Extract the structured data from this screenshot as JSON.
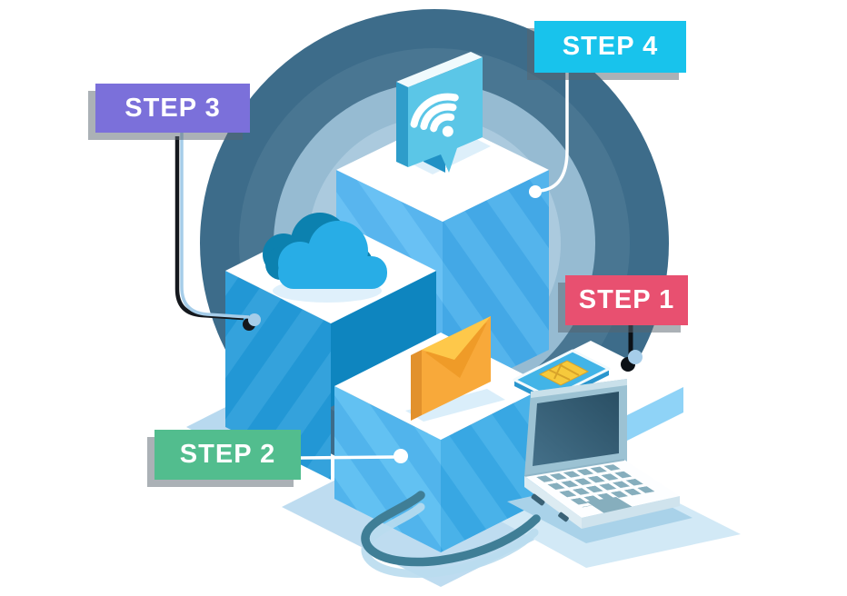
{
  "illustration": {
    "type": "isometric-steps-infographic",
    "steps": [
      {
        "label": "STEP 1",
        "banner_color": "#e85070",
        "connects_to": "sim-card-platform"
      },
      {
        "label": "STEP 2",
        "banner_color": "#52bd8e",
        "connects_to": "email-envelope-cube"
      },
      {
        "label": "STEP 3",
        "banner_color": "#7b70da",
        "connects_to": "cloud-cube"
      },
      {
        "label": "STEP 4",
        "banner_color": "#18c3ec",
        "connects_to": "wifi-display-cube"
      }
    ],
    "icons": [
      {
        "name": "cloud-icon"
      },
      {
        "name": "email-envelope-icon"
      },
      {
        "name": "wifi-display-icon"
      },
      {
        "name": "sim-card-icon"
      },
      {
        "name": "laptop-icon"
      },
      {
        "name": "cable"
      }
    ],
    "palette": {
      "ring_outer": "#3d6c8a",
      "ring_mid": "#497692",
      "ring_inner": "#96bbd2",
      "ring_center": "#abcade",
      "cube_light_blue": "#58b5ee",
      "cube_blue": "#2297d5",
      "cube_dark_blue": "#0e85bf",
      "cloud_blue": "#28ade6",
      "cloud_back_teal": "#0c81af",
      "envelope_orange": "#f8a93a",
      "envelope_flap": "#fec84a",
      "sim_card_blue": "#42b4e7",
      "sim_chip_gold": "#f6c93c",
      "laptop_frame": "#9cc2d3",
      "laptop_screen": "#2a4f64",
      "cable_teal": "#3f7e96",
      "connector_light_blue": "#a6cde9",
      "connector_white": "#ffffff",
      "banner_text": "#ffffff"
    }
  }
}
